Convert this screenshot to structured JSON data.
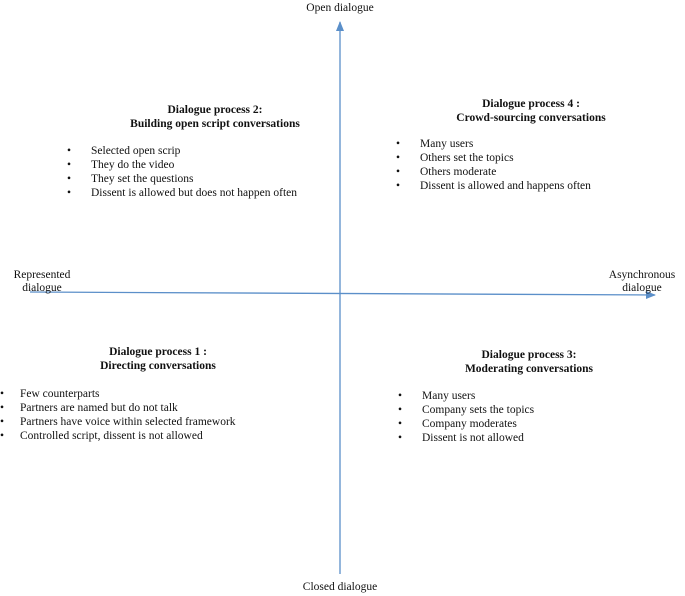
{
  "axes": {
    "top": "Open dialogue",
    "bottom": "Closed dialogue",
    "left_line1": "Represented",
    "left_line2": "dialogue",
    "right_line1": "Asynchronous",
    "right_line2": "dialogue",
    "color": "#5b8fc9"
  },
  "quadrants": {
    "q2": {
      "title_line1": "Dialogue process 2:",
      "title_line2": "Building open script conversations",
      "items": [
        "Selected open scrip",
        "They do the video",
        "They set the questions",
        "Dissent is allowed but does not happen often"
      ]
    },
    "q4": {
      "title_line1": "Dialogue process 4 :",
      "title_line2": "Crowd-sourcing conversations",
      "items": [
        "Many users",
        "Others set the topics",
        "Others moderate",
        "Dissent is allowed and happens often"
      ]
    },
    "q1": {
      "title_line1": "Dialogue process 1 :",
      "title_line2": "Directing conversations",
      "items": [
        "Few counterparts",
        "Partners are named but do not talk",
        "Partners have voice within selected framework",
        "Controlled script, dissent is not allowed"
      ]
    },
    "q3": {
      "title_line1": "Dialogue process 3:",
      "title_line2": "Moderating conversations",
      "items": [
        "Many users",
        "Company sets the topics",
        "Company moderates",
        "Dissent is not allowed"
      ]
    }
  }
}
